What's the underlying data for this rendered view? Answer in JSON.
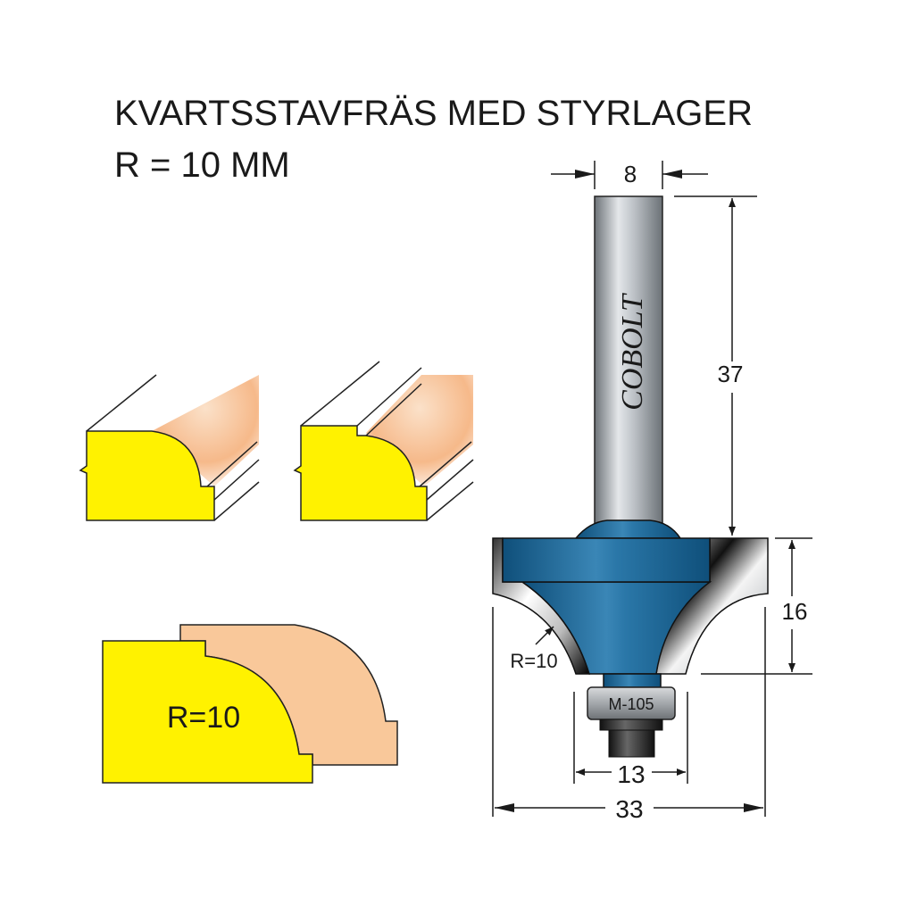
{
  "title": {
    "line1": "KVARTSSTAVFRÄS MED STYRLAGER",
    "line2": "R = 10 MM"
  },
  "bit": {
    "brand": "COBOLT",
    "bearing_label": "M-105",
    "radius_label": "R=10"
  },
  "dimensions": {
    "shank_diameter": "8",
    "shank_length": "37",
    "cut_height": "16",
    "bearing_diameter": "13",
    "cutter_diameter": "33"
  },
  "profile": {
    "radius_label": "R=10"
  },
  "colors": {
    "yellow": "#fff200",
    "wood": "#f9c89a",
    "blue": "#1f6b9c",
    "steel": "#a8adb2"
  }
}
